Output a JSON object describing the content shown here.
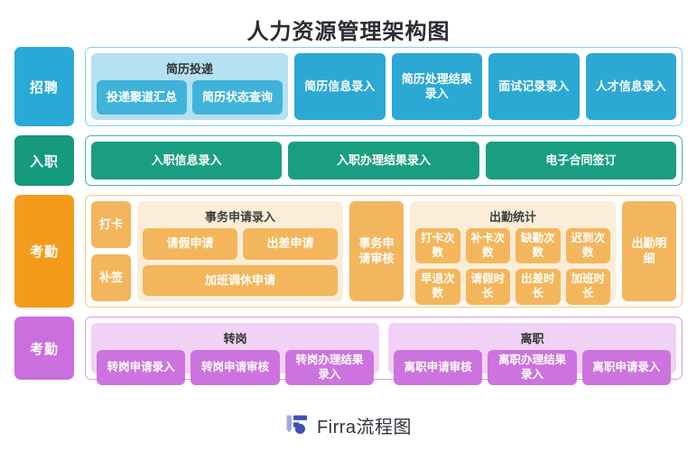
{
  "title": "人力资源管理架构图",
  "colors": {
    "recruit": "#2ba9d4",
    "onboard": "#1a9e82",
    "attend": "#f59b1c",
    "purple": "#cd73df",
    "title_text": "#2b2b33",
    "logo_primary": "#3f51b5",
    "logo_secondary": "#a3a8e0"
  },
  "rows": [
    {
      "label": "招聘",
      "group": {
        "title": "简历投递",
        "children": [
          "投递聚道汇总",
          "简历状态查询"
        ]
      },
      "nodes": [
        "简历信息录入",
        "简历处理结果录入",
        "面试记录录入",
        "人才信息录入"
      ]
    },
    {
      "label": "入职",
      "nodes": [
        "入职信息录入",
        "入职办理结果录入",
        "电子合同签订"
      ]
    },
    {
      "label": "考勤",
      "punch": [
        "打卡",
        "补签"
      ],
      "affair": {
        "title": "事务申请录入",
        "row1": [
          "请假申请",
          "出差申请"
        ],
        "row2": [
          "加班调休申请"
        ]
      },
      "review": "事务申请审核",
      "stats": {
        "title": "出勤统计",
        "row1": [
          "打卡次数",
          "补卡次数",
          "缺勤次数",
          "迟到次数"
        ],
        "row2": [
          "早退次数",
          "请假时长",
          "出差时长",
          "加班时长"
        ]
      },
      "detail": "出勤明细"
    },
    {
      "label": "考勤",
      "groups": [
        {
          "title": "转岗",
          "children": [
            "转岗申请录入",
            "转岗申请审核",
            "转岗办理结果录入"
          ]
        },
        {
          "title": "离职",
          "children": [
            "离职申请审核",
            "离职办理结果录入",
            "离职申请录入"
          ]
        }
      ]
    }
  ],
  "footer": {
    "brand": "Firra流程图",
    "logo_icon": "firra-logo-icon"
  }
}
